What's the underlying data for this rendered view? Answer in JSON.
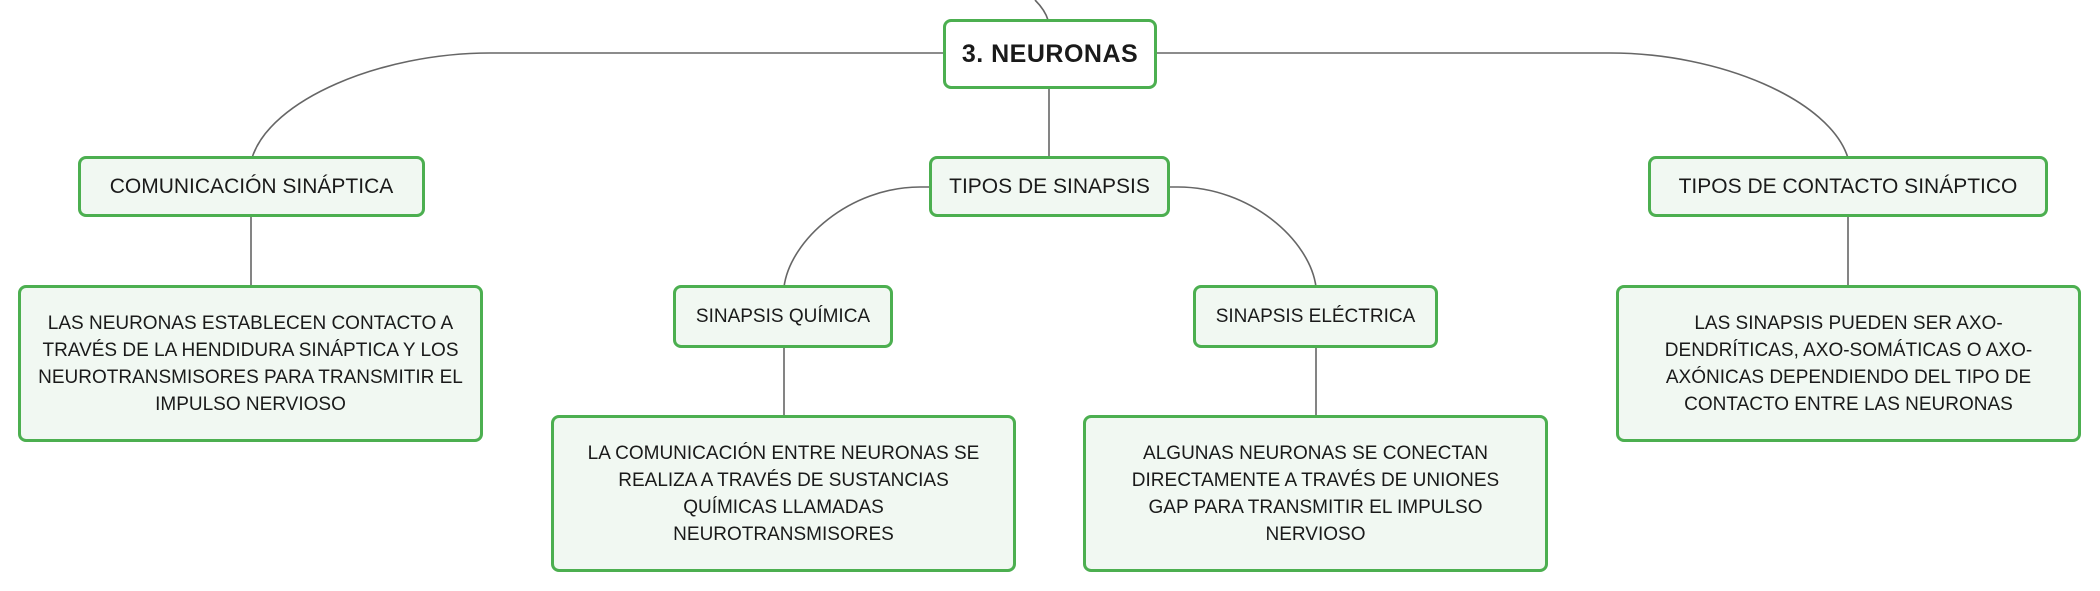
{
  "map": {
    "root": "3. NEURONAS",
    "branches": {
      "comunicacion": {
        "title": "COMUNICACIÓN SINÁPTICA",
        "detail": "LAS NEURONAS ESTABLECEN CONTACTO A TRAVÉS DE LA HENDIDURA SINÁPTICA Y LOS NEUROTRANSMISORES PARA TRANSMITIR EL IMPULSO NERVIOSO"
      },
      "tipos": {
        "title": "TIPOS DE SINAPSIS",
        "quimica": {
          "title": "SINAPSIS QUÍMICA",
          "detail": "LA COMUNICACIÓN ENTRE NEURONAS SE REALIZA A TRAVÉS DE SUSTANCIAS QUÍMICAS LLAMADAS NEUROTRANSMISORES"
        },
        "electrica": {
          "title": "SINAPSIS ELÉCTRICA",
          "detail": "ALGUNAS NEURONAS SE CONECTAN DIRECTAMENTE A TRAVÉS DE UNIONES GAP PARA TRANSMITIR EL IMPULSO NERVIOSO"
        }
      },
      "contacto": {
        "title": "TIPOS DE CONTACTO SINÁPTICO",
        "detail": "LAS SINAPSIS PUEDEN SER AXO-DENDRÍTICAS, AXO-SOMÁTICAS O AXO-AXÓNICAS DEPENDIENDO DEL TIPO DE CONTACTO ENTRE LAS NEURONAS"
      }
    }
  },
  "colors": {
    "border": "#4caf50",
    "fill": "#f1f8f2",
    "line": "#666666"
  }
}
